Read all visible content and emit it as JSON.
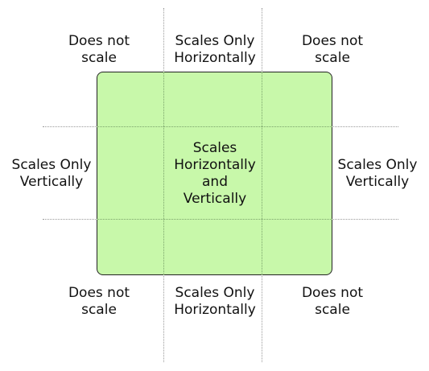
{
  "labels": {
    "top_left": "Does not\nscale",
    "top_center": "Scales Only\nHorizontally",
    "top_right": "Does not\nscale",
    "middle_left": "Scales Only\nVertically",
    "center": "Scales\nHorizontally\nand\nVertically",
    "middle_right": "Scales Only\nVertically",
    "bottom_left": "Does not\nscale",
    "bottom_center": "Scales Only\nHorizontally",
    "bottom_right": "Does not\nscale"
  },
  "colors": {
    "panel_fill": "#c8f8aa",
    "panel_border": "#222222",
    "guide_lines": "#9a9a9a"
  }
}
